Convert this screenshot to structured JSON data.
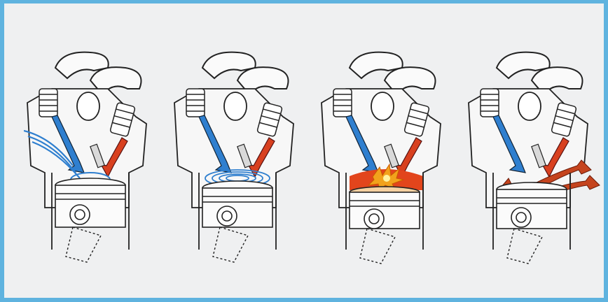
{
  "figure": {
    "frame_color": "#5fb3df",
    "background_color": "#eff0f1",
    "intake_color": "#2f7fcf",
    "exhaust_color": "#d8401f",
    "flame_color": "#f2a21c",
    "stages": [
      {
        "id": "intake",
        "arrows": "intake-flow"
      },
      {
        "id": "compression",
        "arrows": "swirl"
      },
      {
        "id": "combustion",
        "arrows": "explosion"
      },
      {
        "id": "exhaust",
        "arrows": "exhaust-flow"
      }
    ]
  }
}
